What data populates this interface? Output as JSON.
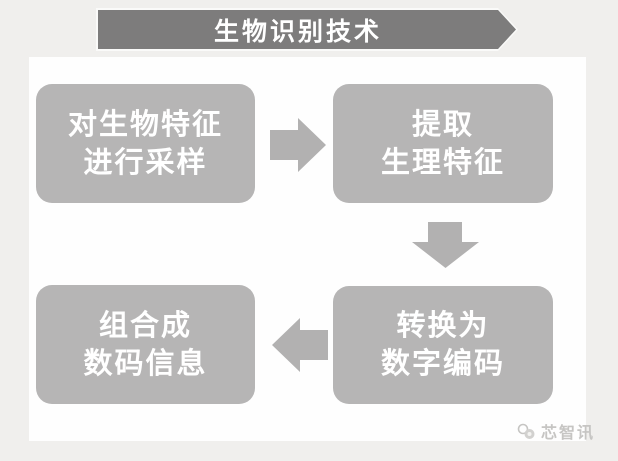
{
  "banner": {
    "title": "生物识别技术"
  },
  "flow": {
    "steps": [
      {
        "id": "step-1",
        "line1": "对生物特征",
        "line2": "进行采样"
      },
      {
        "id": "step-2",
        "line1": "提取",
        "line2": "生理特征"
      },
      {
        "id": "step-3",
        "line1": "转换为",
        "line2": "数字编码"
      },
      {
        "id": "step-4",
        "line1": "组合成",
        "line2": "数码信息"
      }
    ],
    "connectors": [
      {
        "from": "step-1",
        "to": "step-2",
        "icon": "block-arrow-right-icon"
      },
      {
        "from": "step-2",
        "to": "step-3",
        "icon": "block-arrow-down-icon"
      },
      {
        "from": "step-3",
        "to": "step-4",
        "icon": "block-arrow-left-icon"
      }
    ]
  },
  "watermark": {
    "logo_icon": "chip-logo-icon",
    "text": "芯智讯"
  },
  "colors": {
    "background": "#f0efed",
    "panel": "#fefefe",
    "banner_fill": "#7d7c7c",
    "box_fill": "#b6b5b5",
    "arrow_fill": "#b2b1b1",
    "text_on_gray": "#ffffff",
    "watermark_gray": "#c6c5c3"
  }
}
